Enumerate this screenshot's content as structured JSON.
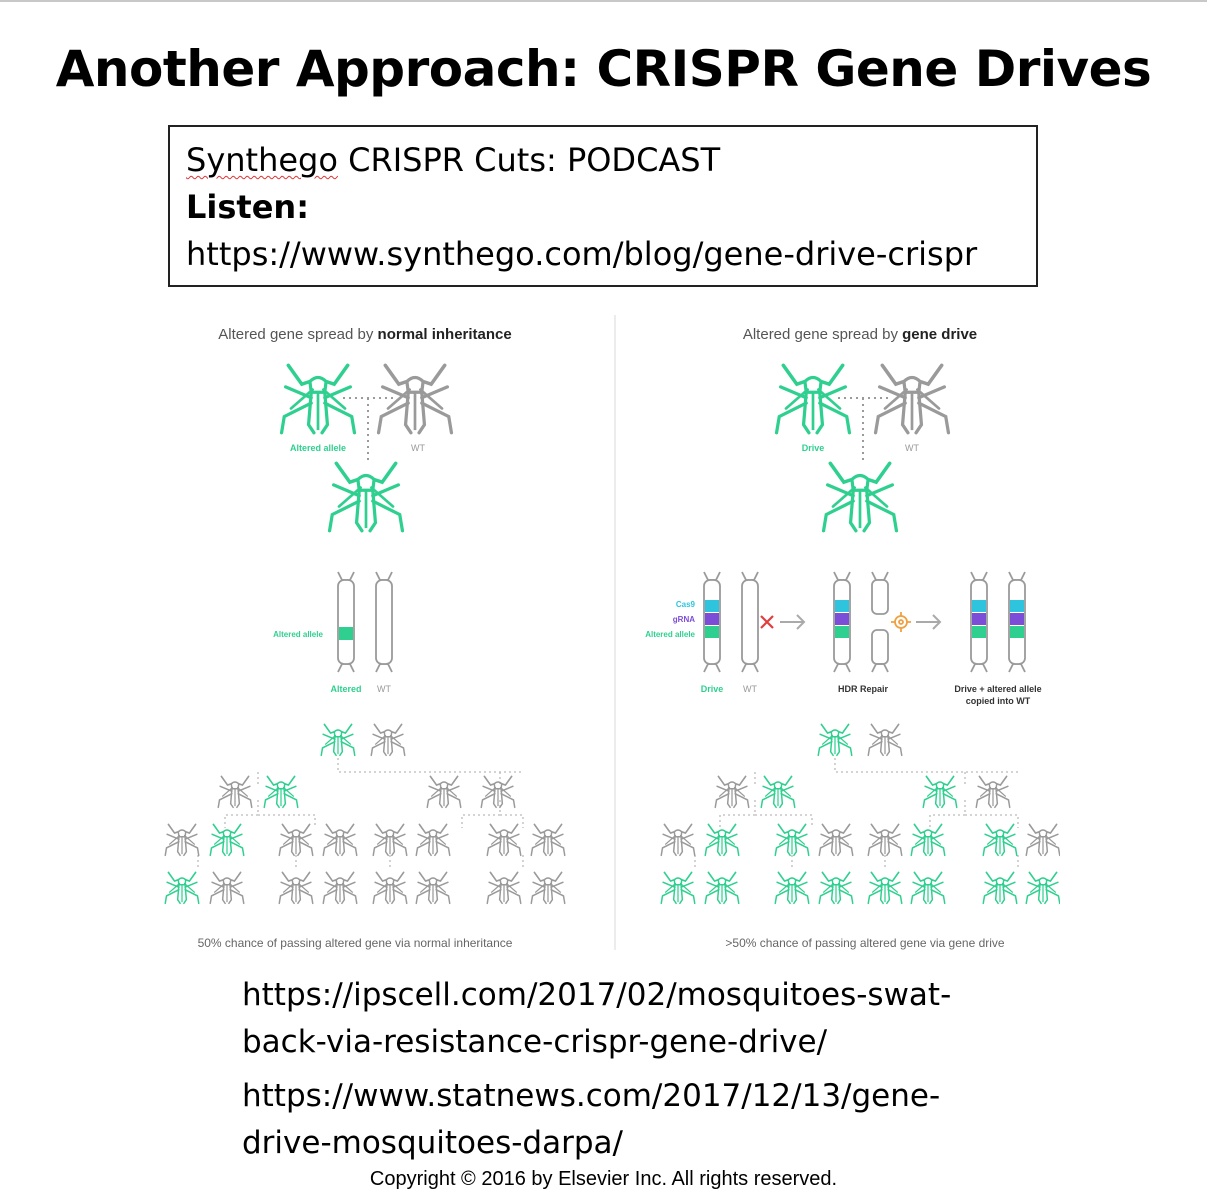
{
  "slide": {
    "title": "Another Approach: CRISPR Gene Drives",
    "podcast": {
      "brand": "Synthego",
      "rest": " CRISPR Cuts: PODCAST",
      "listen_label": "Listen:",
      "url": "https://www.synthego.com/blog/gene-drive-crispr"
    },
    "links": [
      "https://ipscell.com/2017/02/mosquitoes-swat-",
      "back-via-resistance-crispr-gene-drive/",
      "https://www.statnews.com/2017/12/13/gene-",
      "drive-mosquitoes-darpa/"
    ],
    "copyright": "Copyright © 2016 by Elsevier Inc. All rights reserved."
  },
  "diagram": {
    "colors": {
      "green": "#2fd08f",
      "cyan": "#2ec4dd",
      "grey": "#9a9a9a",
      "purple": "#7c4dd6",
      "red": "#e23d3d",
      "orange": "#f0a040"
    },
    "left": {
      "heading_plain": "Altered gene spread by ",
      "heading_bold": "normal inheritance",
      "parent_altered_label": "Altered allele",
      "parent_wt_label": "WT",
      "chromosome_allele_label": "Altered allele",
      "chrom_altered_label": "Altered",
      "chrom_wt_label": "WT",
      "caption": "50% chance of passing altered gene via normal inheritance"
    },
    "right": {
      "heading_plain": "Altered gene spread by ",
      "heading_bold": "gene drive",
      "parent_drive_label": "Drive",
      "parent_wt_label": "WT",
      "legend_cas9": "Cas9",
      "legend_grna": "gRNA",
      "legend_allele": "Altered allele",
      "chrom_drive_label": "Drive",
      "chrom_wt_label": "WT",
      "hdr_label": "HDR Repair",
      "result_label_line1": "Drive + altered allele",
      "result_label_line2": "copied into WT",
      "caption": ">50% chance of passing altered gene via gene drive"
    }
  }
}
